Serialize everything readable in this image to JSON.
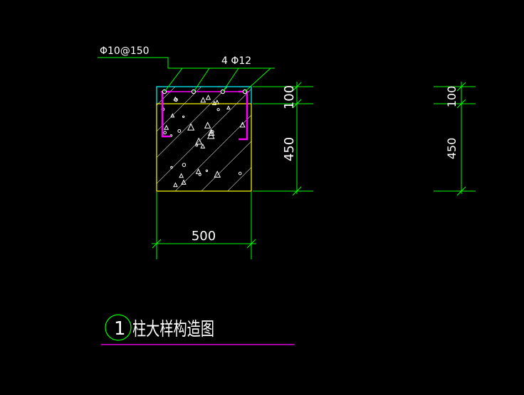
{
  "labels": {
    "stirrup": "Φ10@150",
    "main_bars": "4 Φ12",
    "dim_top": "100",
    "dim_bottom": "450",
    "dim_width": "500",
    "detail_number": "1",
    "detail_title": "柱大样构造图"
  },
  "colors": {
    "background": "#000000",
    "dimension": "#00ff00",
    "section_outline": "#ffff00",
    "rebar": "#ff00ff",
    "cap_line": "#00ffff",
    "text": "#ffffff",
    "underline": "#ff00ff"
  }
}
